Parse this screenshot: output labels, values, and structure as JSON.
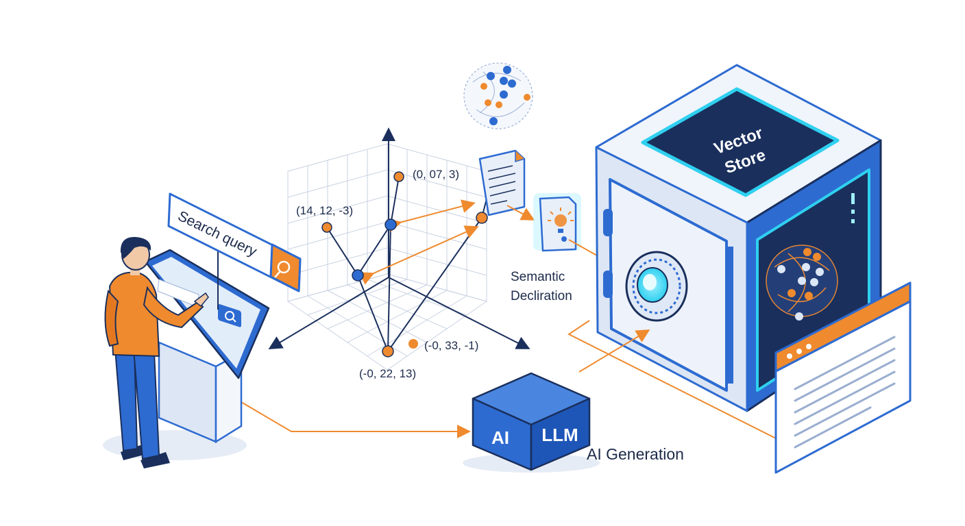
{
  "search": {
    "label": "Search query"
  },
  "coords": {
    "top": "(0, 07, 3)",
    "left": "(14, 12, -3)",
    "right": "(-0, 33, -1)",
    "bottom": "(-0, 22, 13)"
  },
  "semantic": {
    "line1": "Semantic",
    "line2": "Decliration"
  },
  "vault": {
    "line1": "Vector",
    "line2": "Store"
  },
  "llm": {
    "left": "AI",
    "right": "LLM",
    "caption": "AI Generation"
  },
  "colors": {
    "blue": "#2d6bd1",
    "navy": "#1a2f5c",
    "orange": "#ef8a2e",
    "cyan": "#2fd0f0",
    "light": "#e8eff9"
  },
  "icons": [
    "search-icon",
    "document-icon",
    "bulb-icon",
    "dial-icon",
    "browser-window-icon"
  ]
}
